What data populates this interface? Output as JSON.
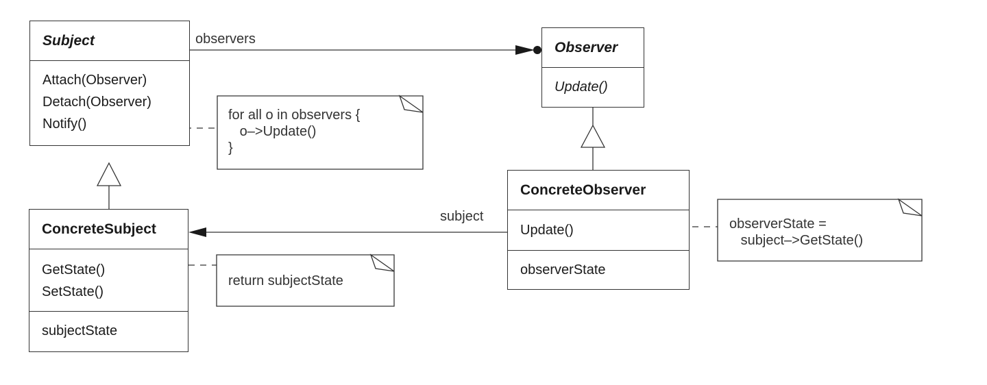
{
  "classes": {
    "subject": {
      "name": "Subject",
      "operations": [
        "Attach(Observer)",
        "Detach(Observer)",
        "Notify()"
      ]
    },
    "concrete_subject": {
      "name": "ConcreteSubject",
      "operations": [
        "GetState()",
        "SetState()"
      ],
      "attributes": [
        "subjectState"
      ]
    },
    "observer": {
      "name": "Observer",
      "operations": [
        "Update()"
      ]
    },
    "concrete_observer": {
      "name": "ConcreteObserver",
      "operations": [
        "Update()"
      ],
      "attributes": [
        "observerState"
      ]
    }
  },
  "associations": {
    "observers_label": "observers",
    "subject_label": "subject"
  },
  "notes": {
    "notify": [
      "for all o in observers {",
      "   o–>Update()",
      "}"
    ],
    "get_state": [
      "return subjectState"
    ],
    "update": [
      "observerState =",
      "   subject–>GetState()"
    ]
  },
  "colors": {
    "line": "#333333",
    "background": "#ffffff"
  }
}
